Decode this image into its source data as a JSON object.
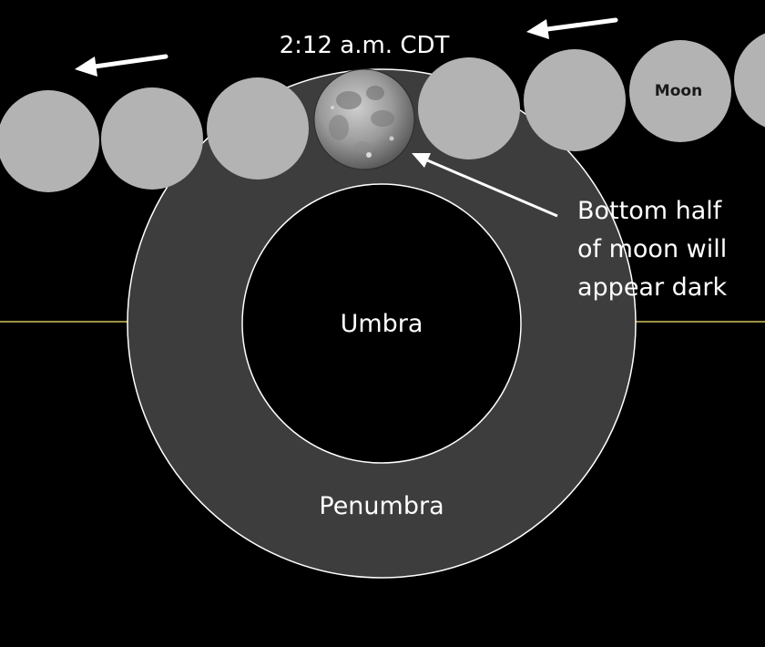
{
  "diagram": {
    "time_label": "2:12 a.m. CDT",
    "moon_label": "Moon",
    "annotation_lines": [
      "Bottom half",
      "of moon will",
      "appear dark"
    ],
    "umbra_label": "Umbra",
    "penumbra_label": "Penumbra"
  },
  "colors": {
    "background": "#000000",
    "penumbra": "#3d3d3d",
    "umbra": "#000000",
    "moon_disc": "#b3b3b3",
    "ecliptic_line": "#d4c35a",
    "text": "#ffffff"
  }
}
